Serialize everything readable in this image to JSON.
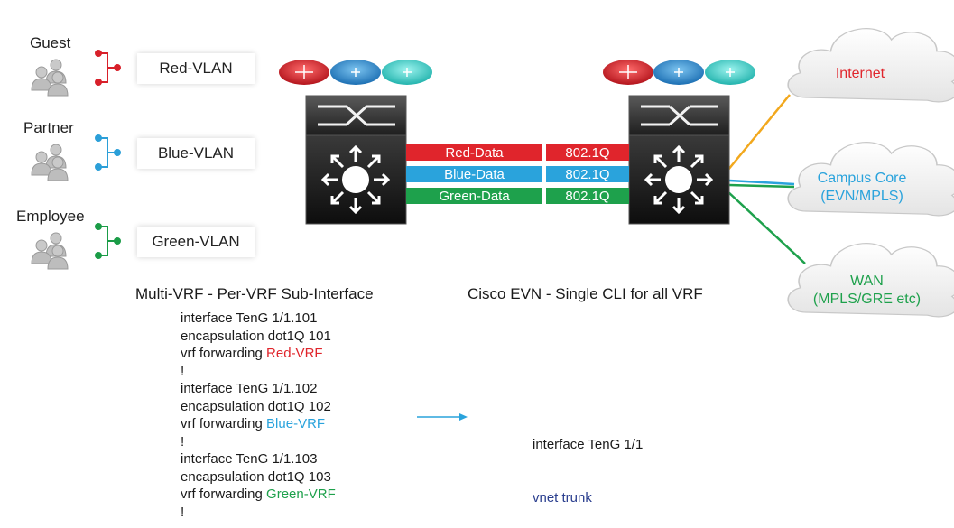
{
  "groups": [
    {
      "label": "Guest",
      "vlan": "Red-VLAN",
      "color": "#d8202a"
    },
    {
      "label": "Partner",
      "vlan": "Blue-VLAN",
      "color": "#2b9fd8"
    },
    {
      "label": "Employee",
      "vlan": "Green-VLAN",
      "color": "#1a9c47"
    }
  ],
  "links": [
    {
      "name": "Red-Data",
      "tag": "802.1Q",
      "color": "#e0252c"
    },
    {
      "name": "Blue-Data",
      "tag": "802.1Q",
      "color": "#2aa3dc"
    },
    {
      "name": "Green-Data",
      "tag": "802.1Q",
      "color": "#1ea14c"
    }
  ],
  "clouds": [
    {
      "line1": "Internet",
      "line2": "",
      "color": "#e0252c"
    },
    {
      "line1": "Campus Core",
      "line2": "(EVN/MPLS)",
      "color": "#2aa3dc"
    },
    {
      "line1": "WAN",
      "line2": "(MPLS/GRE etc)",
      "color": "#1ea14c"
    }
  ],
  "left_title": "Multi-VRF - Per-VRF Sub-Interface",
  "right_title": "Cisco EVN - Single CLI for all VRF",
  "left_cli": [
    {
      "text": "interface TenG 1/1.101",
      "vrf": ""
    },
    {
      "text": "encapsulation dot1Q 101",
      "vrf": ""
    },
    {
      "text": "vrf forwarding ",
      "vrf": "Red-VRF",
      "vrf_color": "#e0252c"
    },
    {
      "text": "!",
      "vrf": ""
    },
    {
      "text": "interface TenG 1/1.102",
      "vrf": ""
    },
    {
      "text": "encapsulation dot1Q 102",
      "vrf": ""
    },
    {
      "text": "vrf forwarding ",
      "vrf": "Blue-VRF",
      "vrf_color": "#2aa3dc"
    },
    {
      "text": "!",
      "vrf": ""
    },
    {
      "text": "interface TenG 1/1.103",
      "vrf": ""
    },
    {
      "text": "encapsulation dot1Q 103",
      "vrf": ""
    },
    {
      "text": "vrf forwarding ",
      "vrf": "Green-VRF",
      "vrf_color": "#1ea14c"
    },
    {
      "text": "!",
      "vrf": ""
    }
  ],
  "right_cli": {
    "line1": "interface TenG 1/1",
    "line2": "vnet trunk",
    "line2_color": "#2b3f8f"
  },
  "colors": {
    "uplink_internet": "#f2a81d",
    "arrow": "#2aa3dc"
  }
}
